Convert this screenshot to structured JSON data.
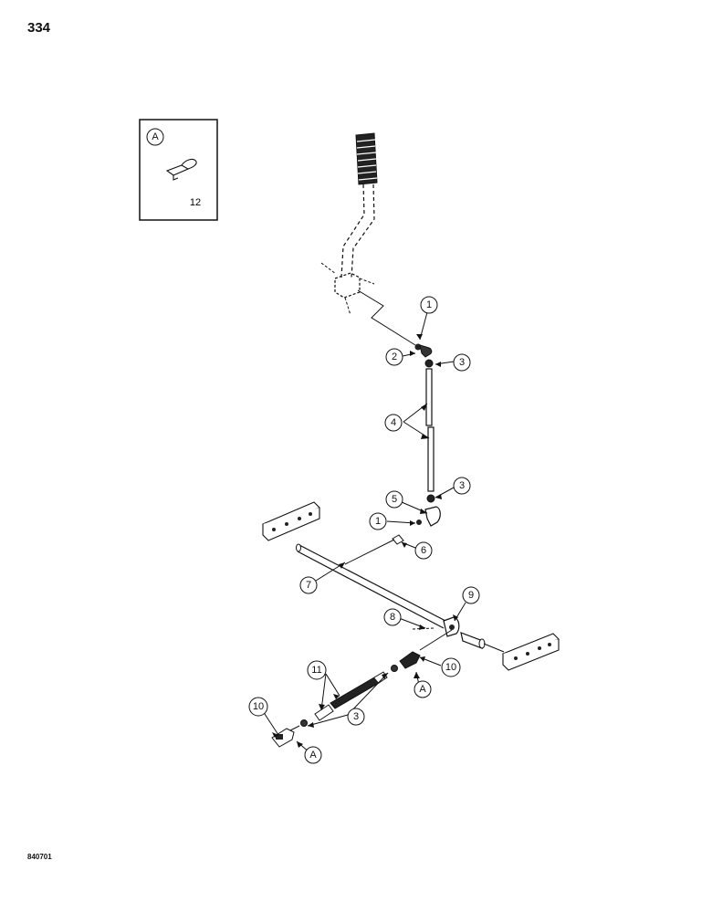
{
  "page_number": "334",
  "doc_code": "840701",
  "inset": {
    "view_label": "A",
    "part_label": "12"
  },
  "callouts": {
    "c1a": "1",
    "c2": "2",
    "c3a": "3",
    "c4": "4",
    "c3b": "3",
    "c5": "5",
    "c1b": "1",
    "c6": "6",
    "c7": "7",
    "c9": "9",
    "c8": "8",
    "c10a": "10",
    "cAa": "A",
    "c11": "11",
    "c3c": "3",
    "c10b": "10",
    "cAb": "A"
  }
}
